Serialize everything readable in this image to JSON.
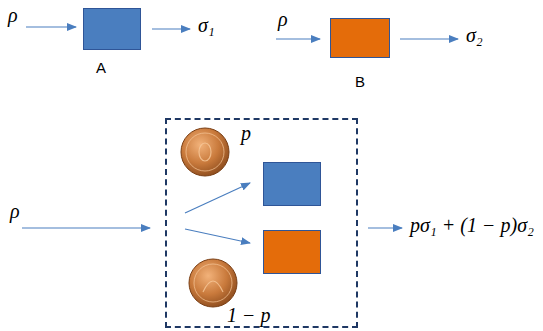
{
  "diagram": {
    "nodes": [
      {
        "text": [
          "A"
        ]
      },
      {
        "text": [
          "B"
        ]
      },
      {
        "text": [
          "p",
          "1 − p"
        ]
      },
      {
        "text": [],
        "in": 2
      },
      {
        "text": [],
        "in": 2
      }
    ],
    "labels": [
      "ρ",
      "σ₁",
      "ρ",
      "σ₂",
      "ρ",
      "pσ₁ + (1 − p)σ₂"
    ]
  }
}
